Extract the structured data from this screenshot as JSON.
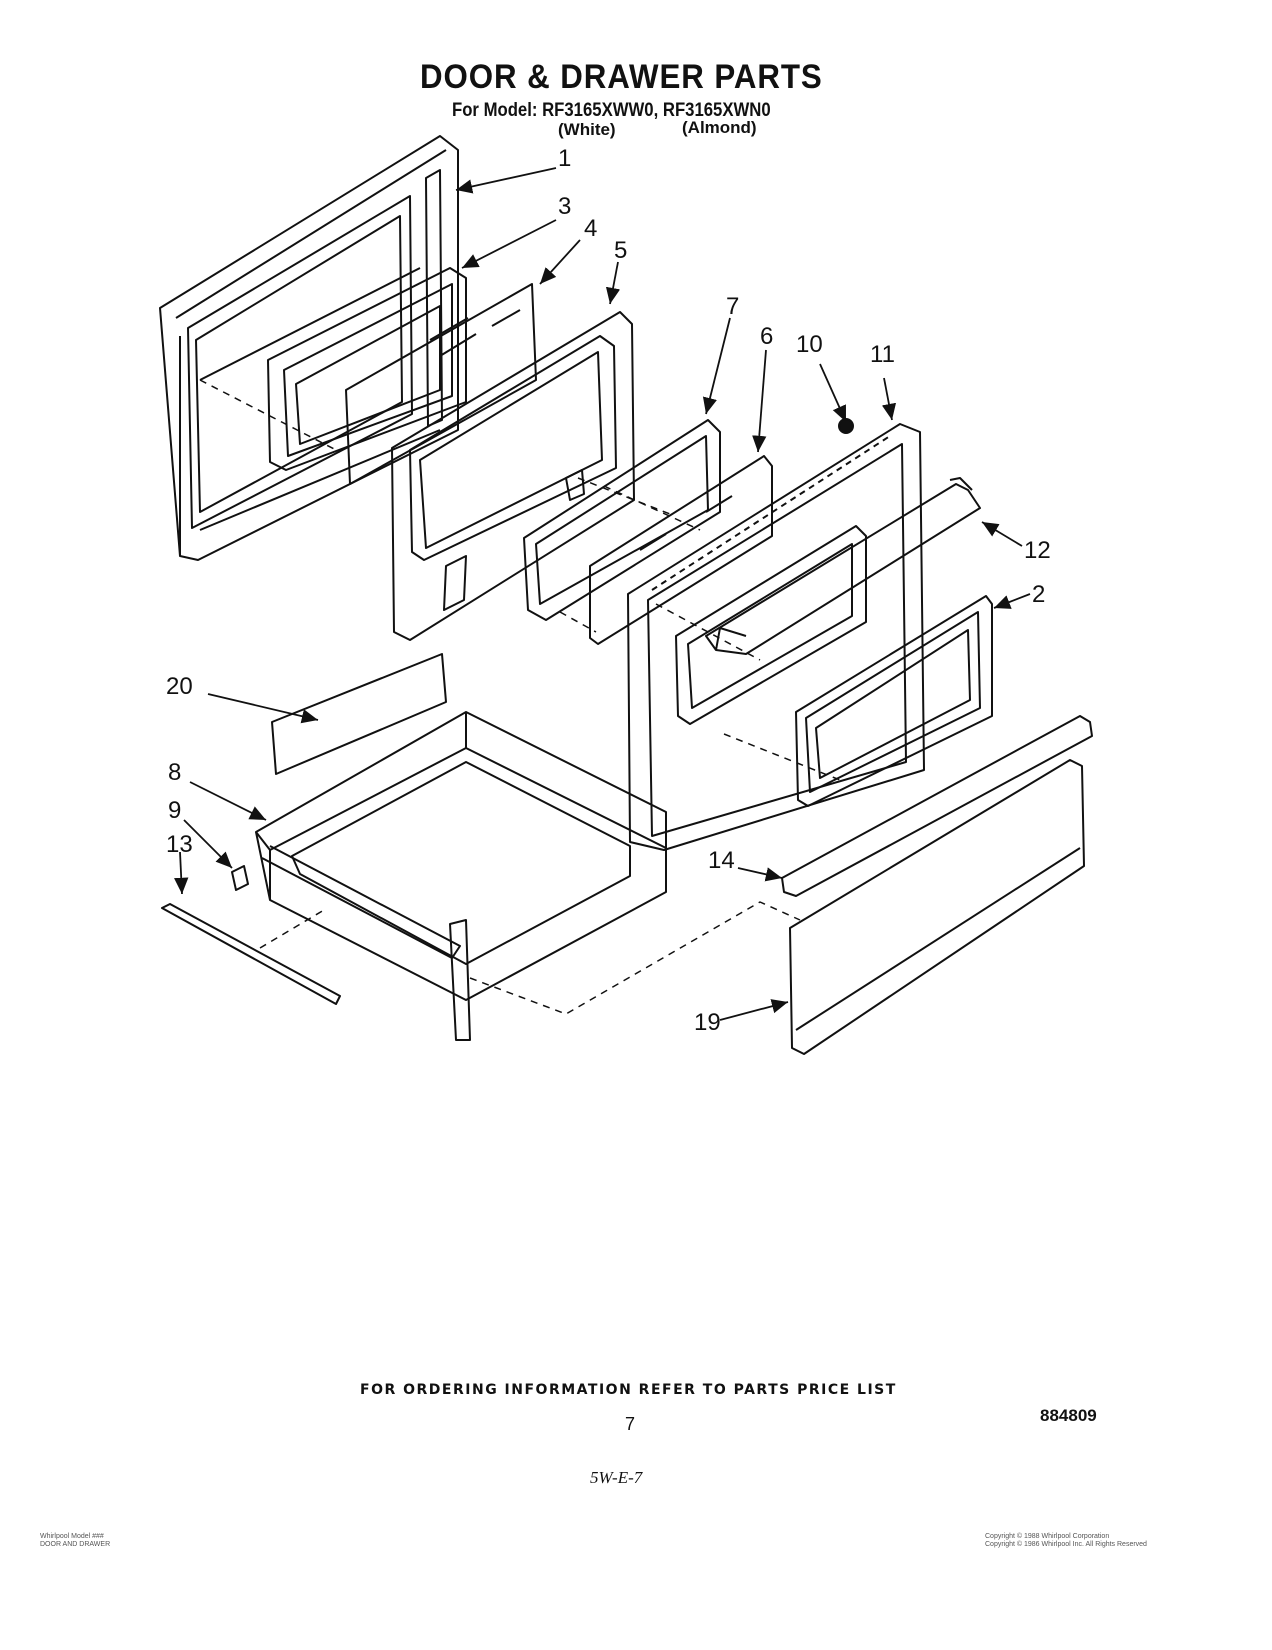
{
  "header": {
    "title": "DOOR & DRAWER PARTS",
    "model_line": "For Model: RF3165XWW0, RF3165XWN0",
    "variant_white": "(White)",
    "variant_almond": "(Almond)"
  },
  "callouts": [
    "1",
    "3",
    "4",
    "5",
    "7",
    "6",
    "10",
    "11",
    "12",
    "2",
    "20",
    "8",
    "9",
    "13",
    "14",
    "19"
  ],
  "footer": {
    "ordering_note": "FOR ORDERING INFORMATION REFER TO PARTS PRICE LIST",
    "page_number": "7",
    "doc_number": "884809",
    "handwritten": "5W-E-7",
    "fine_print_left": "Whirlpool Model ###\nDOOR AND DRAWER",
    "fine_print_right": "Copyright © 1988 Whirlpool Corporation\nCopyright © 1986 Whirlpool Inc. All Rights Reserved"
  }
}
